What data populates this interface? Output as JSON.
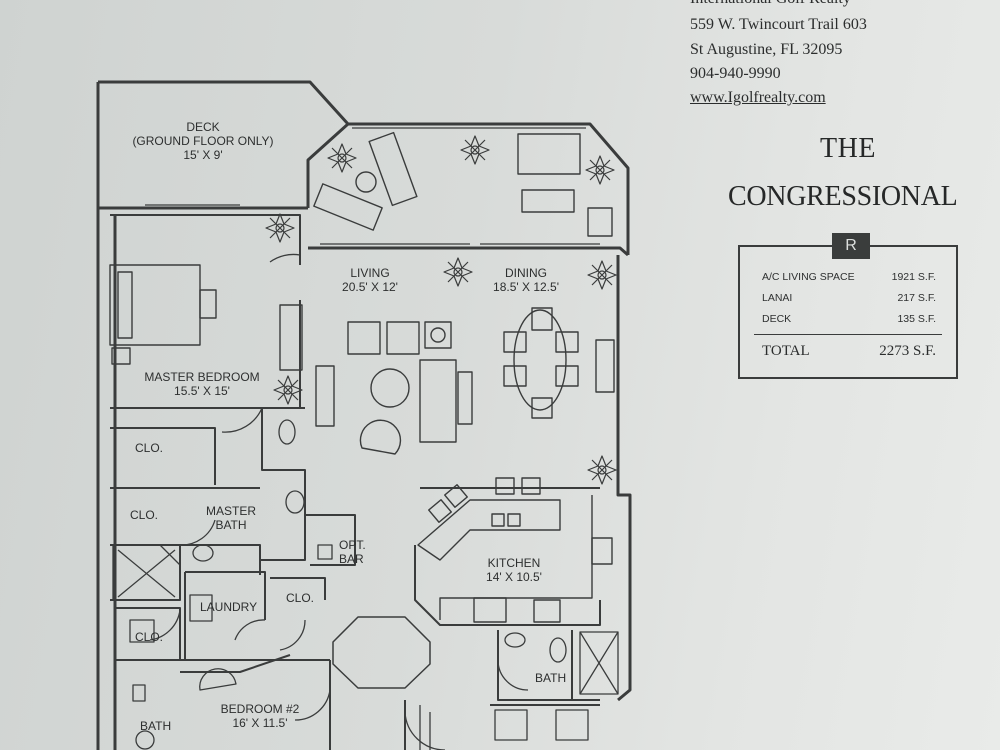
{
  "agency": {
    "name": "International Golf Realty",
    "address": "559 W. Twincourt Trail 603",
    "city": "St Augustine, FL 32095",
    "phone": "904-940-9990",
    "website": "www.Igolfrealty.com"
  },
  "title": {
    "line1": "THE",
    "line2": "CONGRESSIONAL"
  },
  "logo_glyph": "R",
  "area_table": {
    "rows": [
      {
        "label": "A/C LIVING SPACE",
        "value": "1921 S.F."
      },
      {
        "label": "LANAI",
        "value": "217 S.F."
      },
      {
        "label": "DECK",
        "value": "135 S.F."
      }
    ],
    "total": {
      "label": "TOTAL",
      "value": "2273 S.F."
    }
  },
  "rooms": {
    "deck": {
      "name": "DECK",
      "note": "(GROUND FLOOR ONLY)",
      "size": "15' X 9'"
    },
    "living": {
      "name": "LIVING",
      "size": "20.5' X 12'"
    },
    "dining": {
      "name": "DINING",
      "size": "18.5' X 12.5'"
    },
    "master_bedroom": {
      "name": "MASTER BEDROOM",
      "size": "15.5' X 15'"
    },
    "closet_1": "CLO.",
    "closet_2": "CLO.",
    "closet_3": "CLO.",
    "closet_4": "CLO.",
    "master_bath": {
      "line1": "MASTER",
      "line2": "BATH"
    },
    "opt_bar": {
      "line1": "OPT.",
      "line2": "BAR"
    },
    "kitchen": {
      "name": "KITCHEN",
      "size": "14' X 10.5'"
    },
    "laundry": "LAUNDRY",
    "bath_1": "BATH",
    "bath_2": "BATH",
    "bedroom_2": {
      "name": "BEDROOM #2",
      "size": "16' X 11.5'"
    }
  }
}
